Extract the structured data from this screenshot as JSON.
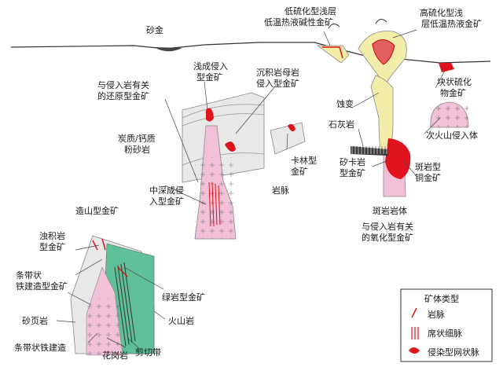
{
  "labels": {
    "placer_gold": "砂金",
    "low_sulf_1": "低硫化型浅层",
    "low_sulf_2": "低温热液碱性金矿",
    "high_sulf_1": "高硫化型浅",
    "high_sulf_2": "层低温热液金矿",
    "reduced_1": "与侵入岩有关",
    "reduced_2": "的还原型金矿",
    "shallow_intr_1": "浅成侵入",
    "shallow_intr_2": "型金矿",
    "sed_host_1": "沉积岩母岩",
    "sed_host_2": "侵入型金矿",
    "carbonate_1": "炭质/钙质",
    "carbonate_2": "粉砂岩",
    "carlin_1": "卡林型",
    "carlin_2": "金矿",
    "dike": "岩脉",
    "massive_sulf_1": "块状硫化",
    "massive_sulf_2": "物金矿",
    "alteration": "蚀变",
    "limestone": "石灰岩",
    "subvolcanic": "次火山侵入体",
    "skarn_1": "矽卡岩",
    "skarn_2": "型金矿",
    "porphyry_cu_1": "斑岩型",
    "porphyry_cu_2": "铜金矿",
    "mid_deep_1": "中深成侵",
    "mid_deep_2": "入型金矿",
    "porphyry_body": "斑岩岩体",
    "oxidized_1": "与侵入岩有关",
    "oxidized_2": "的氧化型金矿",
    "orogenic": "造山型金矿",
    "turbidite_1": "浊积岩",
    "turbidite_2": "型金矿",
    "bif_hosted_1": "条带状",
    "bif_hosted_2": "铁建造型金矿",
    "greenstone": "绿岩型金矿",
    "sandshale": "砂页岩",
    "volcanic": "火山岩",
    "bif": "条带状铁建造",
    "granite": "花岗岩",
    "shear_zone": "剪切带"
  },
  "legend": {
    "title": "矿体类型",
    "items": [
      "岩脉",
      "席状细脉",
      "侵染型网状脉"
    ]
  },
  "colors": {
    "granite_pink": "#f2c1d8",
    "greenstone_green": "#5fbf98",
    "yellow_alteration": "#f2eda8",
    "ore_red": "#e0141c",
    "rock_grey": "#e8e8e8"
  }
}
